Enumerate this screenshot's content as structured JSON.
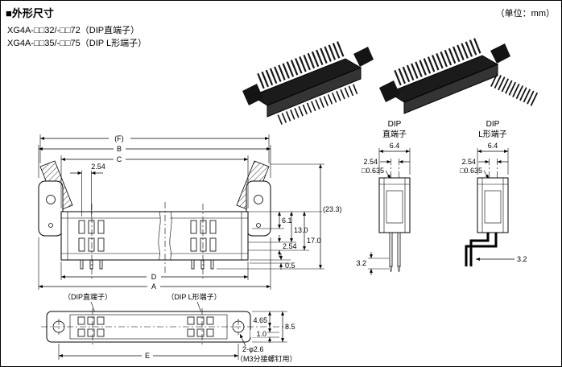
{
  "header": {
    "title": "■外形尺寸",
    "unit": "（单位：mm）"
  },
  "models": {
    "line1": "XG4A-□□32/-□□72（DIP直端子）",
    "line2": "XG4A-□□35/-□□75（DIP L形端子）"
  },
  "front": {
    "dim_f": "(F)",
    "dim_b": "B",
    "dim_c": "C",
    "dim_pitch_top": "2.54",
    "dim_6_1": "6.1",
    "dim_13_0": "13.0",
    "dim_17_0": "17.0",
    "dim_23_3": "(23.3)",
    "dim_pitch_right": "2.54",
    "dim_0_5": "0.5",
    "dim_d": "D",
    "dim_a": "A"
  },
  "side_straight": {
    "title_top": "DIP",
    "title_bottom": "直端子",
    "dim_width": "6.4",
    "dim_pitch": "2.54",
    "dim_square": "□0.635",
    "dim_pin": "3.2"
  },
  "side_l": {
    "title_top": "DIP",
    "title_bottom": "L形端子",
    "dim_width": "6.4",
    "dim_pitch": "2.54",
    "dim_square": "□0.635",
    "dim_pin": "3.2"
  },
  "bottom": {
    "label_straight": "（DIP直端子）",
    "label_l": "（DIP L形端子）",
    "dim_4_65": "4.65",
    "dim_8_5": "8.5",
    "dim_1_0": "1.0",
    "dim_e": "E",
    "note_line1": "2-φ2.6",
    "note_line2": "（M3分接螺钉用）"
  }
}
